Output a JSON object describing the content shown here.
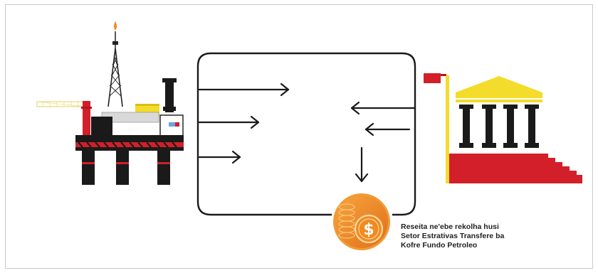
{
  "caption": {
    "lines": [
      "Reseita ne'ebe rekolha husi",
      "Setor Estrativas Transfere ba",
      "Kofre Fundo Petroleo"
    ]
  },
  "icons": {
    "left": "oil-rig-icon",
    "right": "government-building-icon",
    "bottom": "dollar-coin-icon"
  },
  "colors": {
    "red": "#d21f2a",
    "yellow": "#f3dc2b",
    "black": "#1a1a1a",
    "coin_orange": "#f08a21",
    "gray": "#9a9a9a"
  }
}
